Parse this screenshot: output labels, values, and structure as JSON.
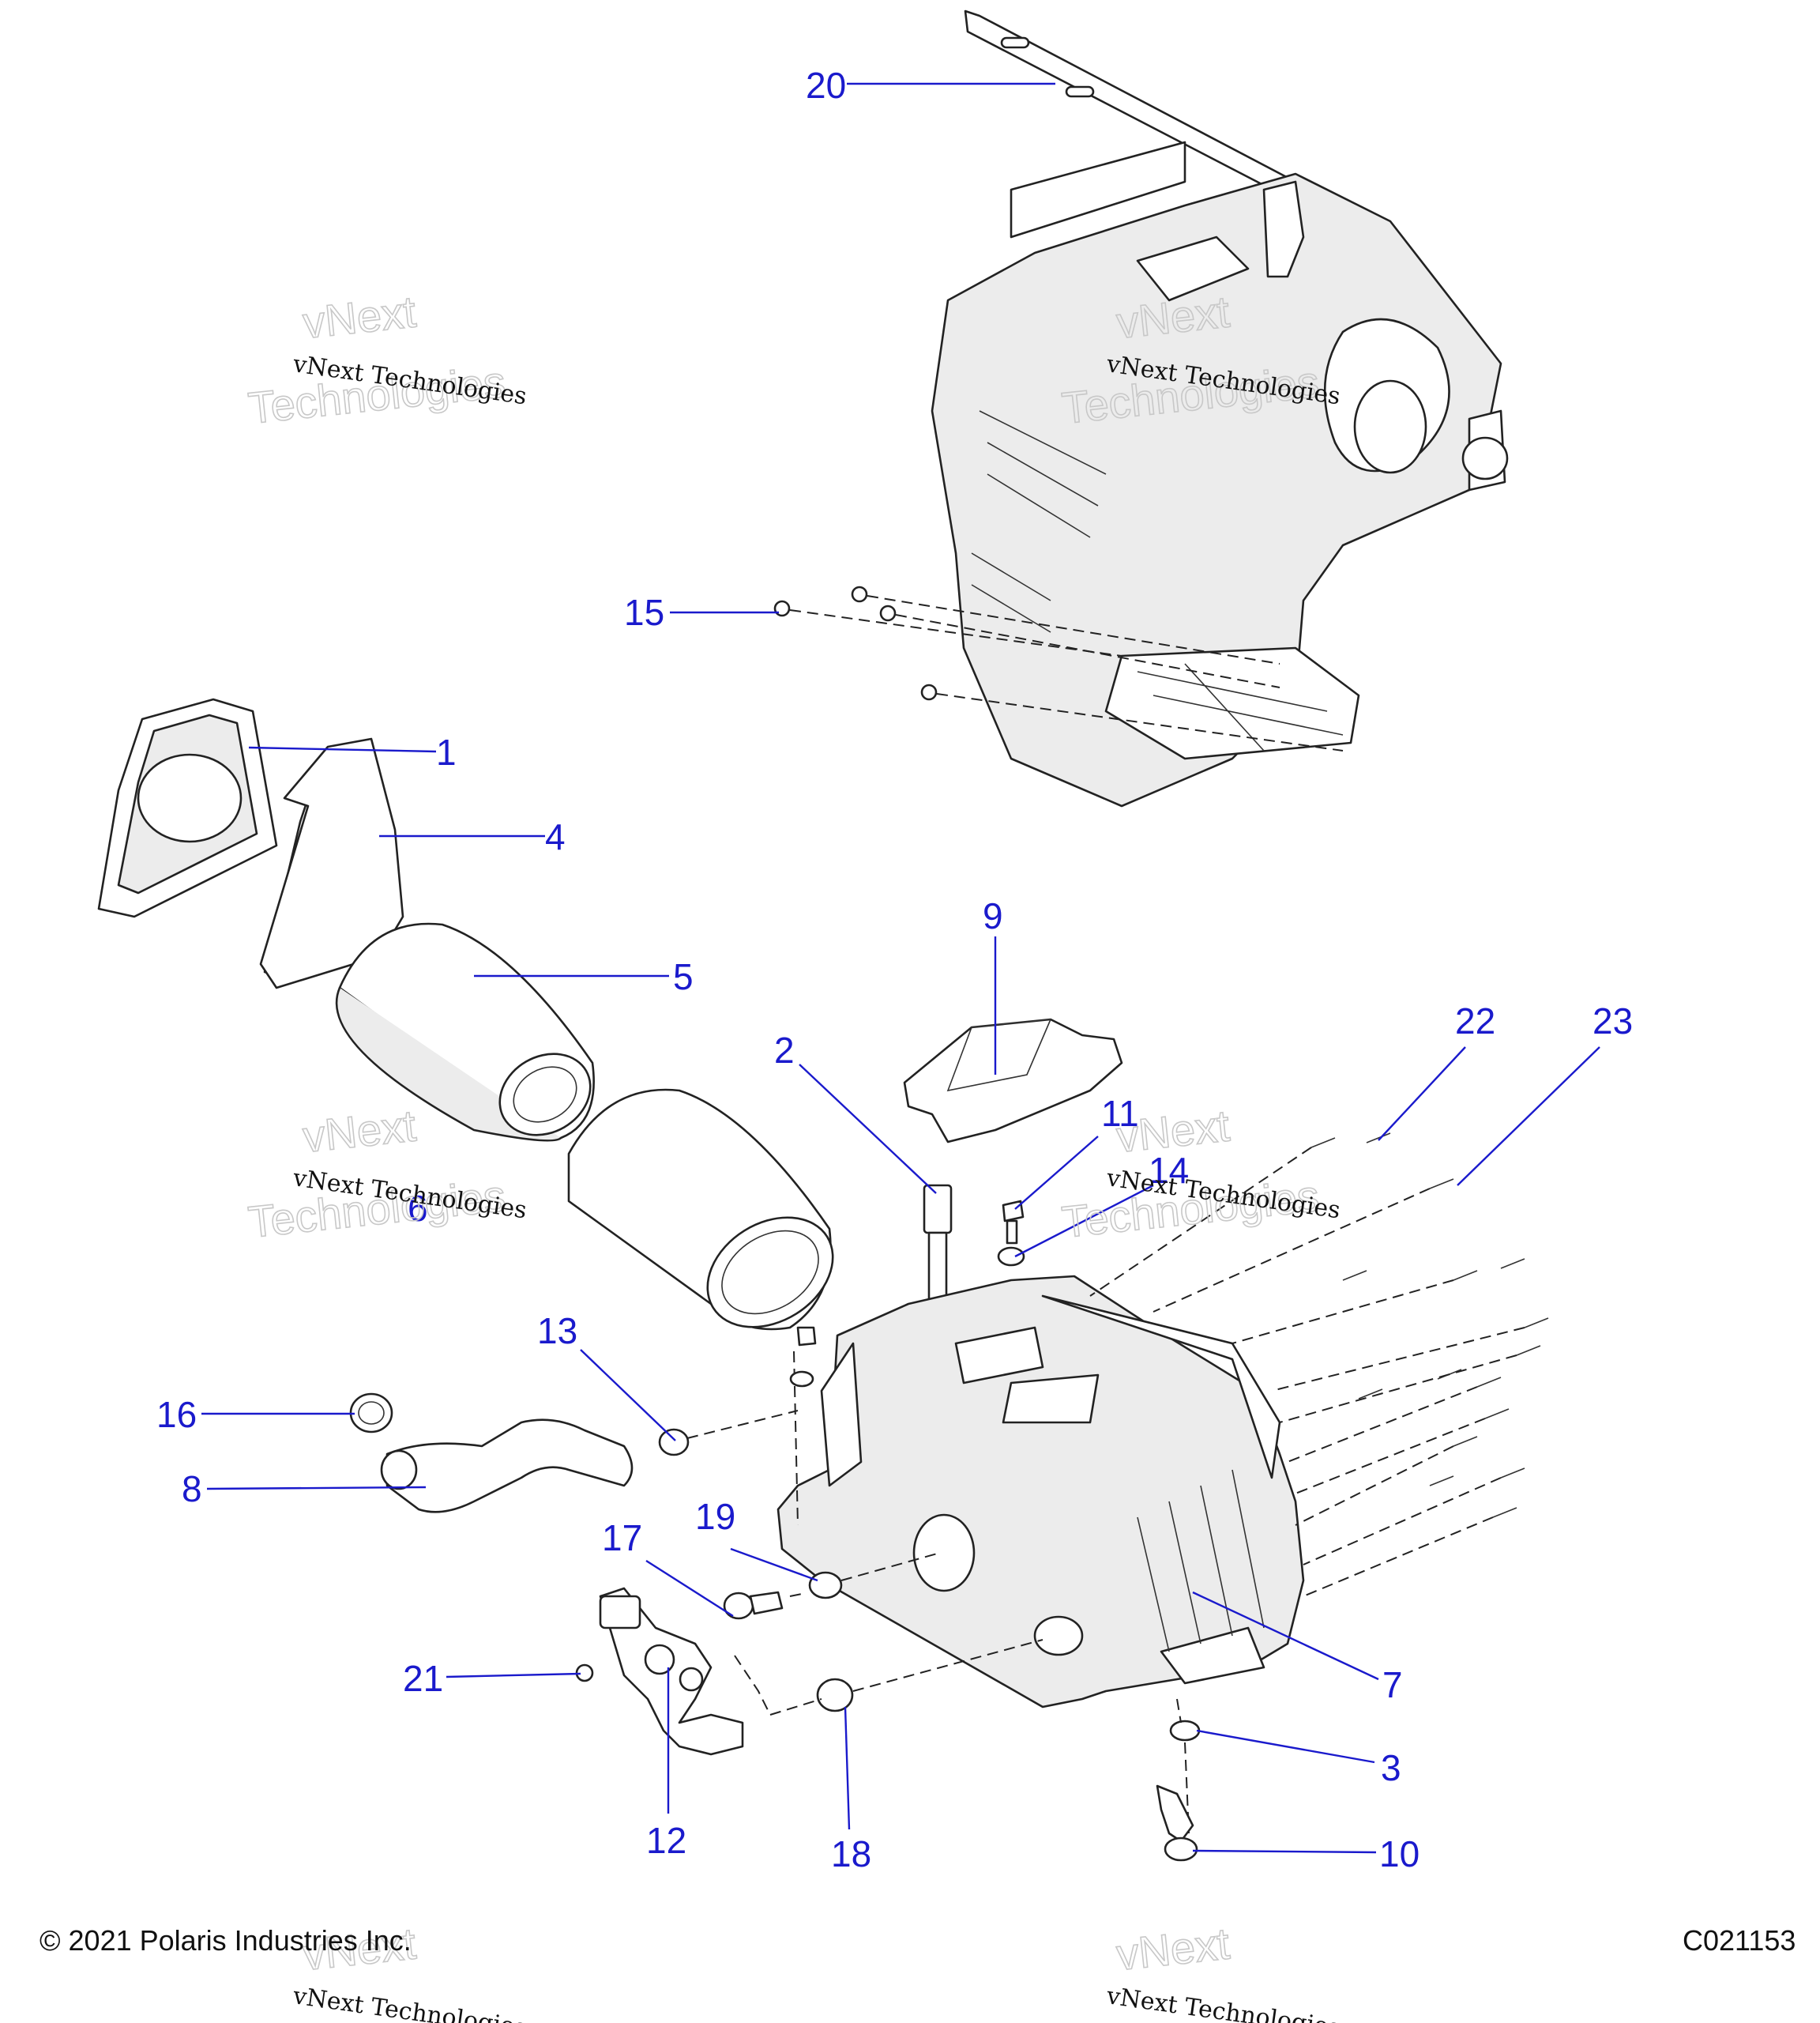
{
  "callouts": [
    "1",
    "2",
    "3",
    "4",
    "5",
    "6",
    "7",
    "8",
    "9",
    "10",
    "11",
    "12",
    "13",
    "14",
    "15",
    "16",
    "17",
    "18",
    "19",
    "20",
    "21",
    "22",
    "23"
  ],
  "watermark": {
    "line1": "vNext Technologies",
    "ghost_top": "vNext",
    "ghost_bottom": "Technologies"
  },
  "footer": {
    "copyright": "© 2021 Polaris Industries Inc.",
    "drawing_id": "C021153"
  }
}
